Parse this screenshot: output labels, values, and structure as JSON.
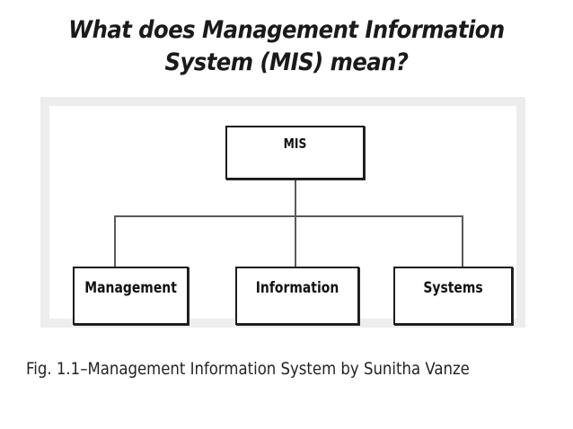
{
  "slide": {
    "title": "What does Management Information\nSystem (MIS) mean?",
    "caption": "Fig. 1.1–Management Information System by Sunitha Vanze",
    "background_color": "#ffffff",
    "title_color": "#1a1a1a",
    "caption_color": "#232323"
  },
  "figure": {
    "panel_background": "#ededed",
    "canvas_background": "#ffffff",
    "node_border_color": "#1c1c1c",
    "connector_color": "#5a5a5a",
    "diagram_type": "hierarchy",
    "root": {
      "id": "mis",
      "label": "MIS"
    },
    "children": [
      {
        "id": "management",
        "label": "Management"
      },
      {
        "id": "information",
        "label": "Information"
      },
      {
        "id": "systems",
        "label": "Systems"
      }
    ]
  }
}
